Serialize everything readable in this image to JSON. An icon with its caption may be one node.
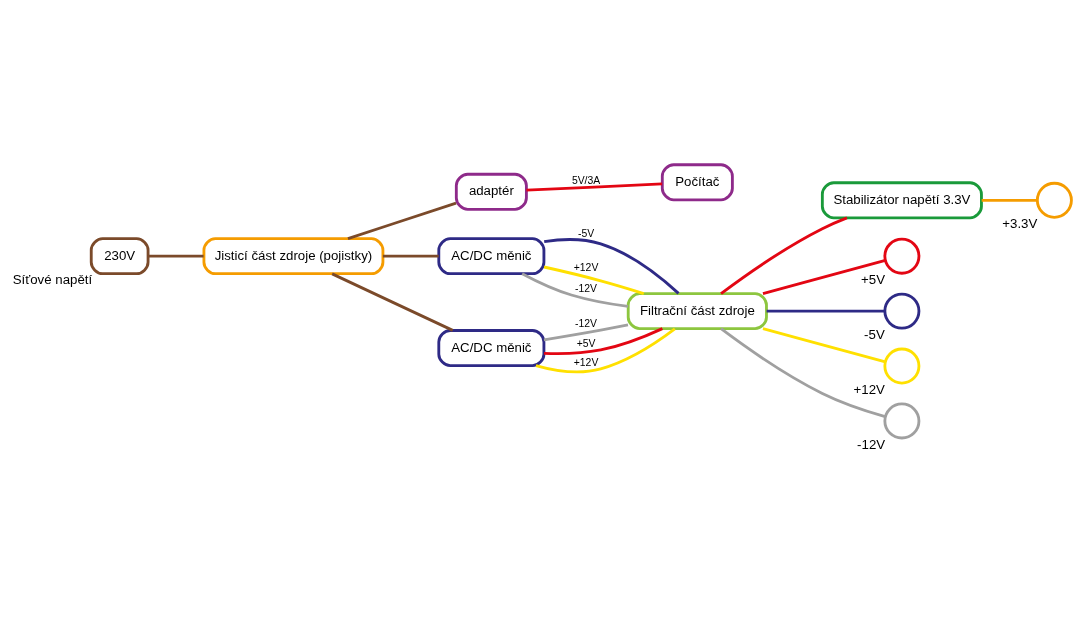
{
  "diagram": {
    "nodes": [
      {
        "text": [
          "230V"
        ],
        "beside": [
          "Síťové napětí"
        ]
      },
      {
        "text": [
          "Jisticí část zdroje (pojistky)"
        ]
      },
      {
        "text": [
          "adaptér"
        ]
      },
      {
        "text": [
          "Počítač"
        ]
      },
      {
        "text": [
          "AC/DC měnič"
        ]
      },
      {
        "text": [
          "AC/DC měnič"
        ]
      },
      {
        "text": [
          "Filtrační část zdroje"
        ]
      },
      {
        "text": [
          "Stabilizátor napětí 3.3V"
        ]
      },
      {
        "text": [],
        "shape": "circle",
        "beside": [
          "+5V"
        ]
      },
      {
        "text": [],
        "shape": "circle",
        "beside": [
          "-5V"
        ]
      },
      {
        "text": [],
        "shape": "circle",
        "beside": [
          "+12V"
        ]
      },
      {
        "text": [],
        "shape": "circle",
        "beside": [
          "-12V"
        ]
      },
      {
        "text": [],
        "shape": "circle",
        "beside": [
          "+3.3V"
        ]
      }
    ],
    "edges": [
      {
        "from": 0,
        "to": 1,
        "arrow": "none",
        "color": "#7b4a2a"
      },
      {
        "from": 1,
        "to": 2,
        "arrow": "none",
        "color": "#7b4a2a"
      },
      {
        "from": 2,
        "to": 3,
        "arrow": "none",
        "label": "5V/3A",
        "color": "#e30613"
      },
      {
        "from": 1,
        "to": 4,
        "arrow": "none",
        "color": "#7b4a2a"
      },
      {
        "from": 1,
        "to": 5,
        "arrow": "none",
        "color": "#7b4a2a"
      },
      {
        "from": 4,
        "to": 6,
        "arrow": "none",
        "label": "-5V",
        "color": "#2e2a86"
      },
      {
        "from": 4,
        "to": 6,
        "arrow": "none",
        "label": "+12V",
        "color": "#ffe000"
      },
      {
        "from": 4,
        "to": 6,
        "arrow": "none",
        "label": "-12V",
        "color": "#a0a0a0"
      },
      {
        "from": 5,
        "to": 6,
        "arrow": "none",
        "label": "-12V",
        "color": "#a0a0a0"
      },
      {
        "from": 5,
        "to": 6,
        "arrow": "none",
        "label": "+5V",
        "color": "#e30613"
      },
      {
        "from": 5,
        "to": 6,
        "arrow": "none",
        "label": "+12V",
        "color": "#ffe000"
      },
      {
        "from": 6,
        "to": 8,
        "arrow": "none",
        "color": "#e30613"
      },
      {
        "from": 6,
        "to": 9,
        "arrow": "none",
        "color": "#2e2a86"
      },
      {
        "from": 6,
        "to": 10,
        "arrow": "none",
        "color": "#ffe000"
      },
      {
        "from": 6,
        "to": 11,
        "arrow": "none",
        "color": "#a0a0a0"
      },
      {
        "from": 6,
        "to": 7,
        "arrow": "none",
        "color": "#e30613"
      },
      {
        "from": 7,
        "to": 12,
        "arrow": "none",
        "color": "#f59c00"
      }
    ]
  }
}
